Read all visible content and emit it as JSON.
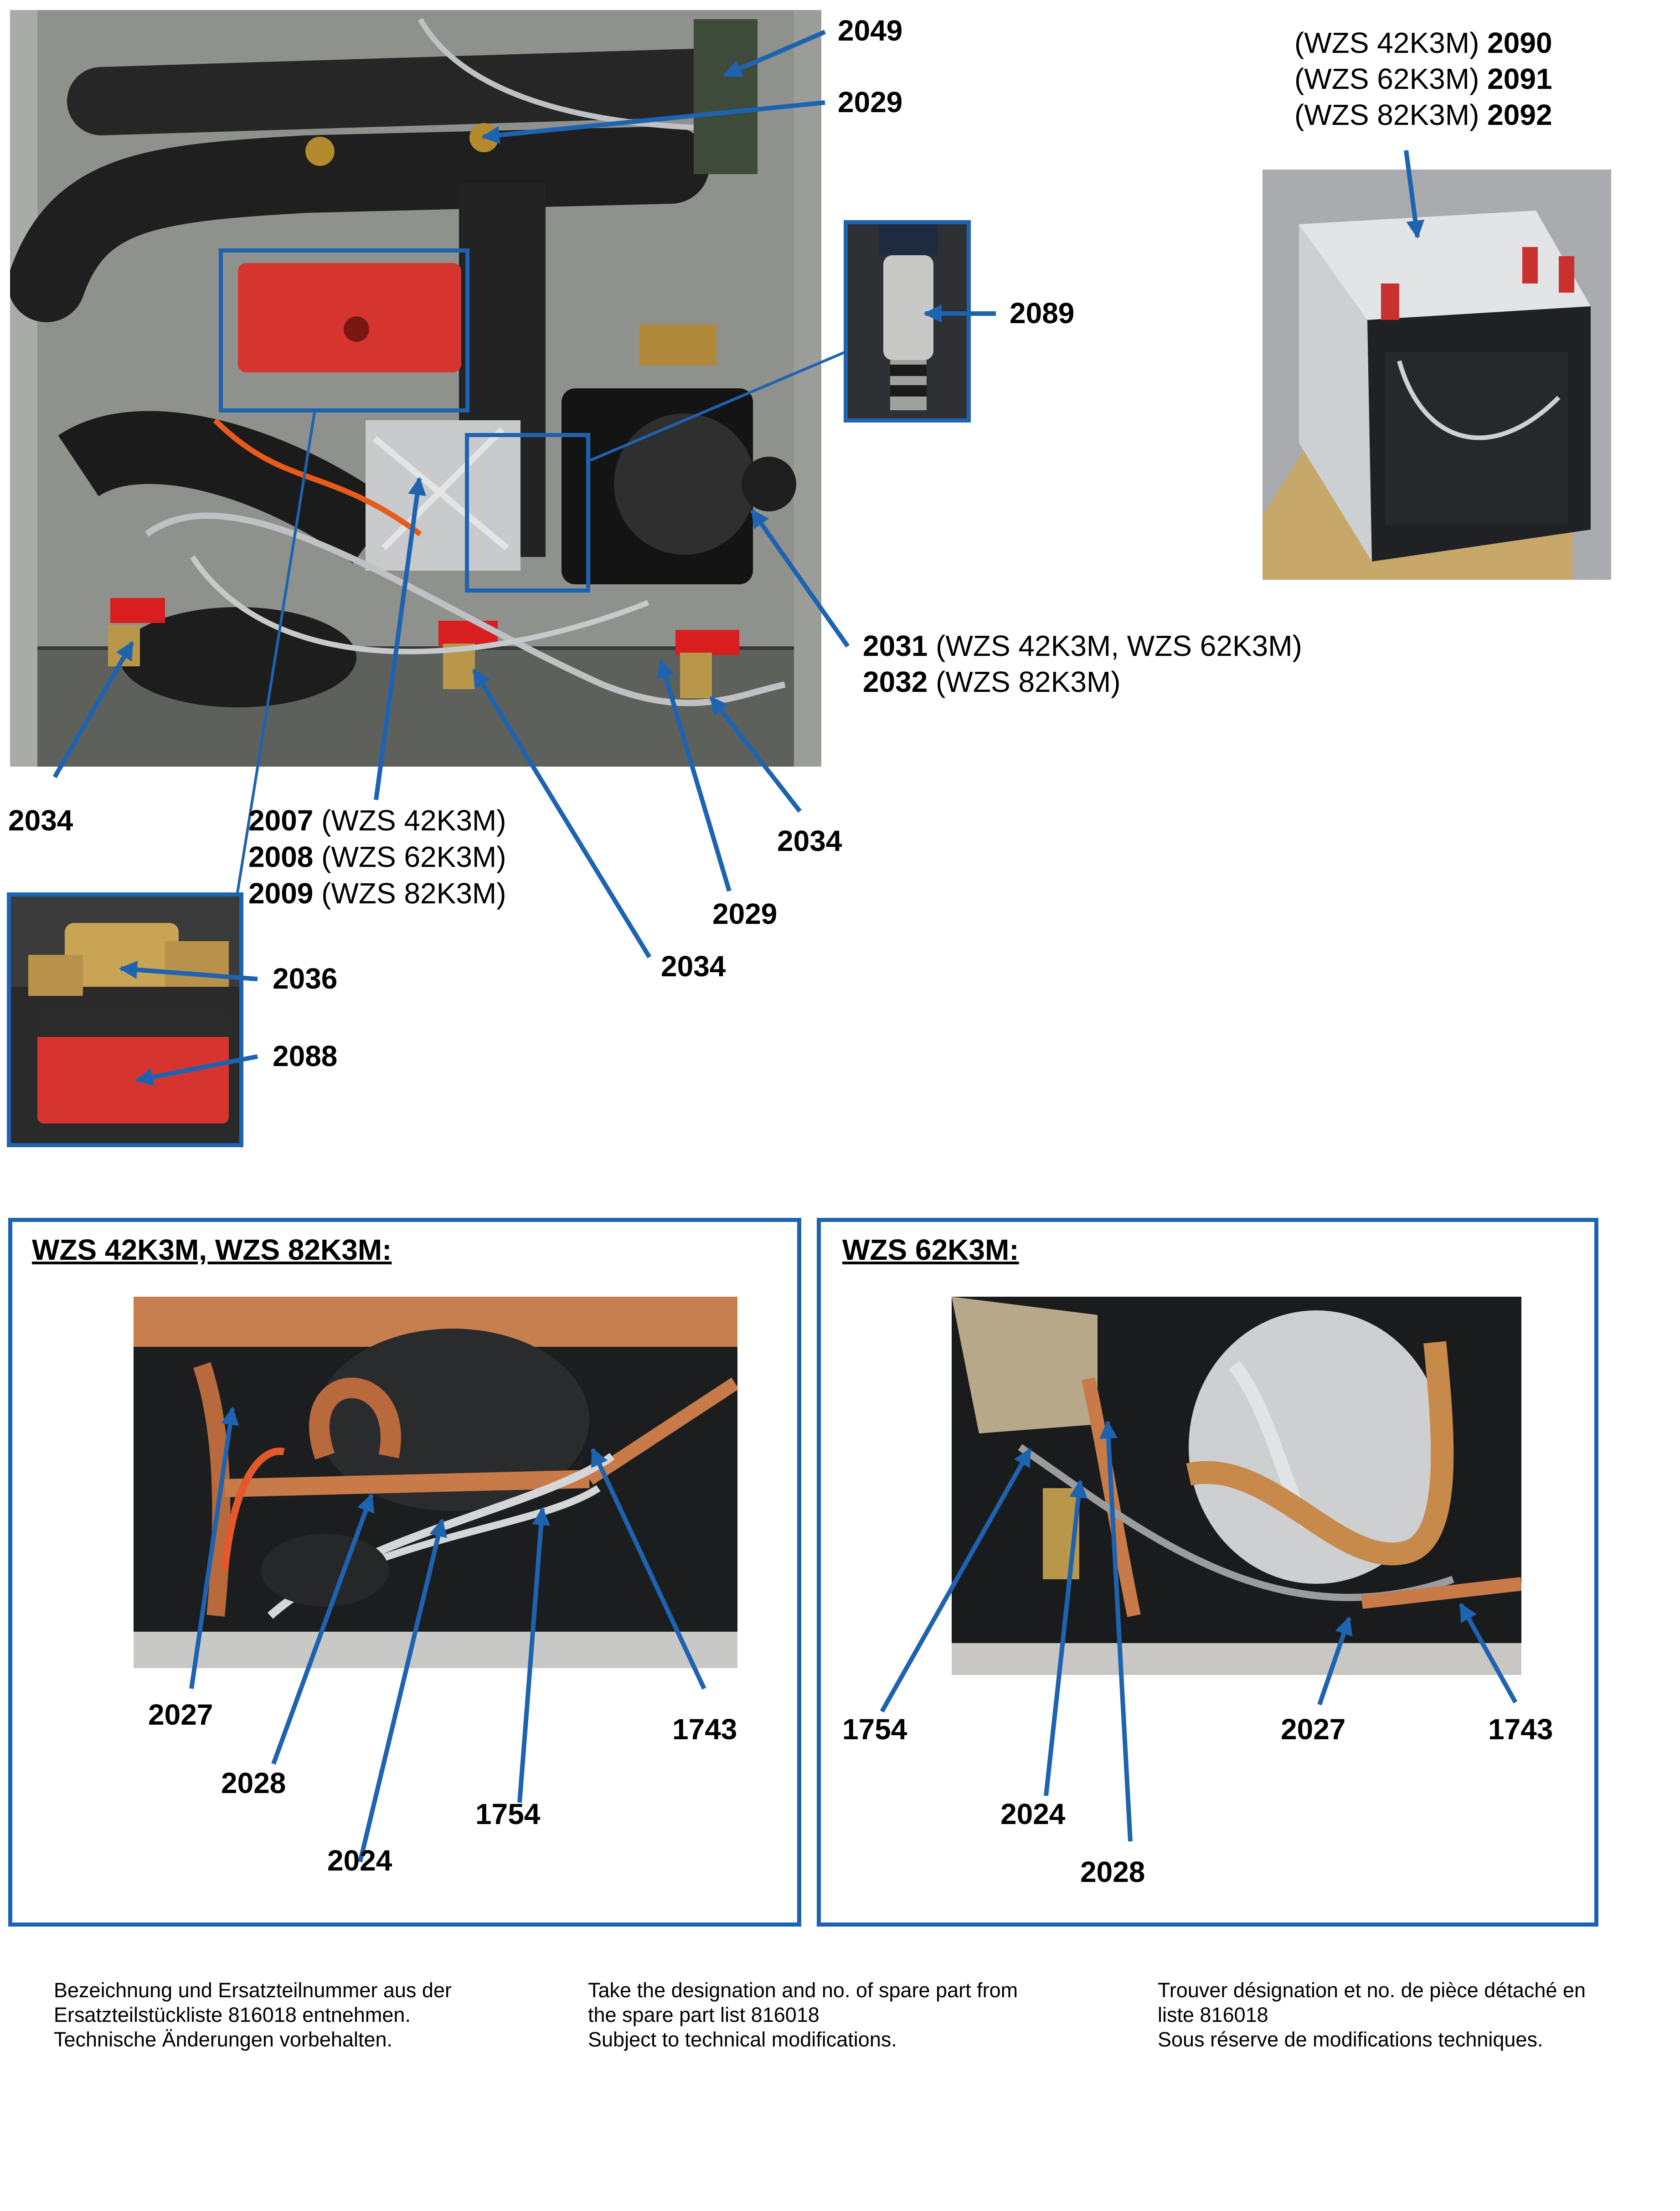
{
  "top_callouts": {
    "c2049": "2049",
    "c2029_top": "2029",
    "c2089": "2089",
    "c2034_left": "2034",
    "c2034_right": "2034",
    "c2034_mid": "2034",
    "c2029_low": "2029",
    "c2036": "2036",
    "c2088": "2088",
    "pump": [
      {
        "num": "2031",
        "model": "(WZS 42K3M, WZS 62K3M)"
      },
      {
        "num": "2032",
        "model": "(WZS 82K3M)"
      }
    ],
    "valve": [
      {
        "num": "2007",
        "model": "(WZS 42K3M)"
      },
      {
        "num": "2008",
        "model": "(WZS 62K3M)"
      },
      {
        "num": "2009",
        "model": "(WZS 82K3M)"
      }
    ],
    "box": [
      {
        "model": "(WZS 42K3M)",
        "num": "2090"
      },
      {
        "model": "(WZS 62K3M)",
        "num": "2091"
      },
      {
        "model": "(WZS 82K3M)",
        "num": "2092"
      }
    ]
  },
  "panel_left": {
    "heading": "WZS 42K3M, WZS 82K3M:",
    "labels": {
      "a": "2027",
      "b": "2028",
      "c": "2024",
      "d": "1754",
      "e": "1743"
    }
  },
  "panel_right": {
    "heading": "WZS 62K3M:",
    "labels": {
      "a": "1754",
      "b": "2024",
      "c": "2028",
      "d": "2027",
      "e": "1743"
    }
  },
  "footer": {
    "de": [
      "Bezeichnung und Ersatzteilnummer aus der",
      "Ersatzteilstückliste 816018 entnehmen.",
      "Technische Änderungen vorbehalten."
    ],
    "en": [
      "Take the designation and no. of spare part from",
      "the spare part list 816018",
      "Subject to technical modifications."
    ],
    "fr": [
      "Trouver désignation et no. de pièce détaché en",
      "liste 816018",
      "Sous réserve de modifications techniques."
    ]
  },
  "colors": {
    "callout_blue": "#1e63b0",
    "valve_red": "#d81e1e",
    "actuator_red": "#e2352f"
  }
}
